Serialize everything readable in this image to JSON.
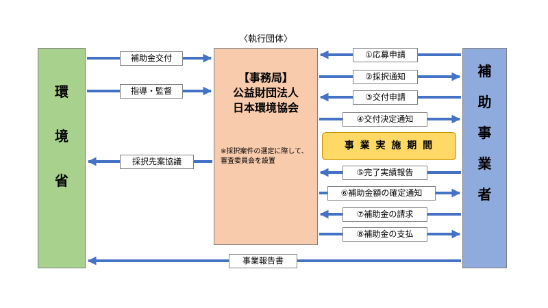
{
  "ministry": {
    "chars": [
      "環",
      "境",
      "省"
    ]
  },
  "operators": {
    "chars": [
      "補",
      "助",
      "事",
      "業",
      "者"
    ]
  },
  "executing_body": {
    "heading": "〈執行団体〉",
    "title_lines": [
      "【事務局】",
      "公益財団法人",
      "日本環境協会"
    ],
    "note": "※採択案件の選定に際して、審査委員会を設置"
  },
  "implementation_period": "事 業 実 施 期 間",
  "flows_ministry_secretariat": {
    "subsidy_grant": "補助金交付",
    "guidance": "指導・監督",
    "adoption_consultation": "採択先案協議"
  },
  "flows_secretariat_operators": {
    "step1": "①応募申請",
    "step2": "②採択通知",
    "step3": "③交付申請",
    "step4": "④交付決定通知",
    "step5": "⑤完了実績報告",
    "step6": "⑥補助金額の確定通知",
    "step7": "⑦補助金の請求",
    "step8": "⑧補助金の支払"
  },
  "report": "事業報告書",
  "colors": {
    "ministry": "#a9d18e",
    "secretariat": "#f8cbad",
    "operators": "#8faadc",
    "arrow": "#4472c4",
    "period": "#ffd966"
  }
}
